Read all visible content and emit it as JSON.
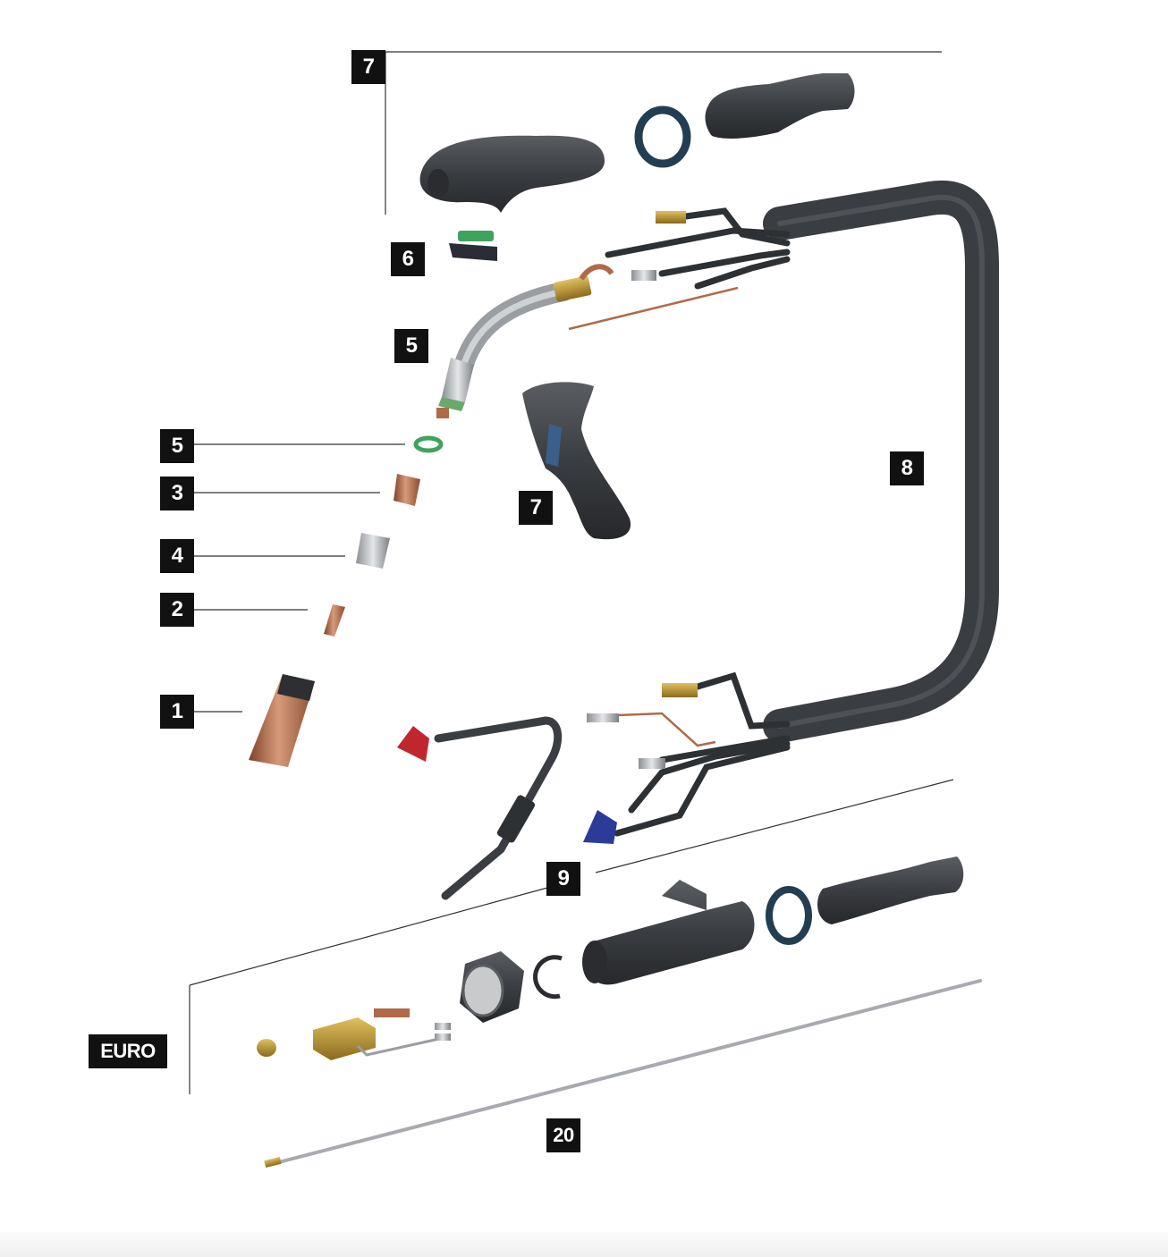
{
  "callouts": {
    "handle_set_top": "7",
    "switch": "6",
    "swan_neck": "5",
    "insulator_ring": "5",
    "gas_diffuser": "3",
    "contact_tip_holder": "4",
    "contact_tip": "2",
    "gas_nozzle": "1",
    "handle_grip": "7",
    "cable_assembly": "8",
    "rear_parts": "9",
    "euro_connector": "EURO",
    "liner": "20"
  },
  "colors": {
    "label_bg": "#111111",
    "label_text": "#ffffff",
    "copper": "#b06a48",
    "dark_plastic": "#3c3f43",
    "brass": "#b8922c",
    "red_coupling": "#c0272d",
    "blue_coupling": "#2b3b9a"
  }
}
